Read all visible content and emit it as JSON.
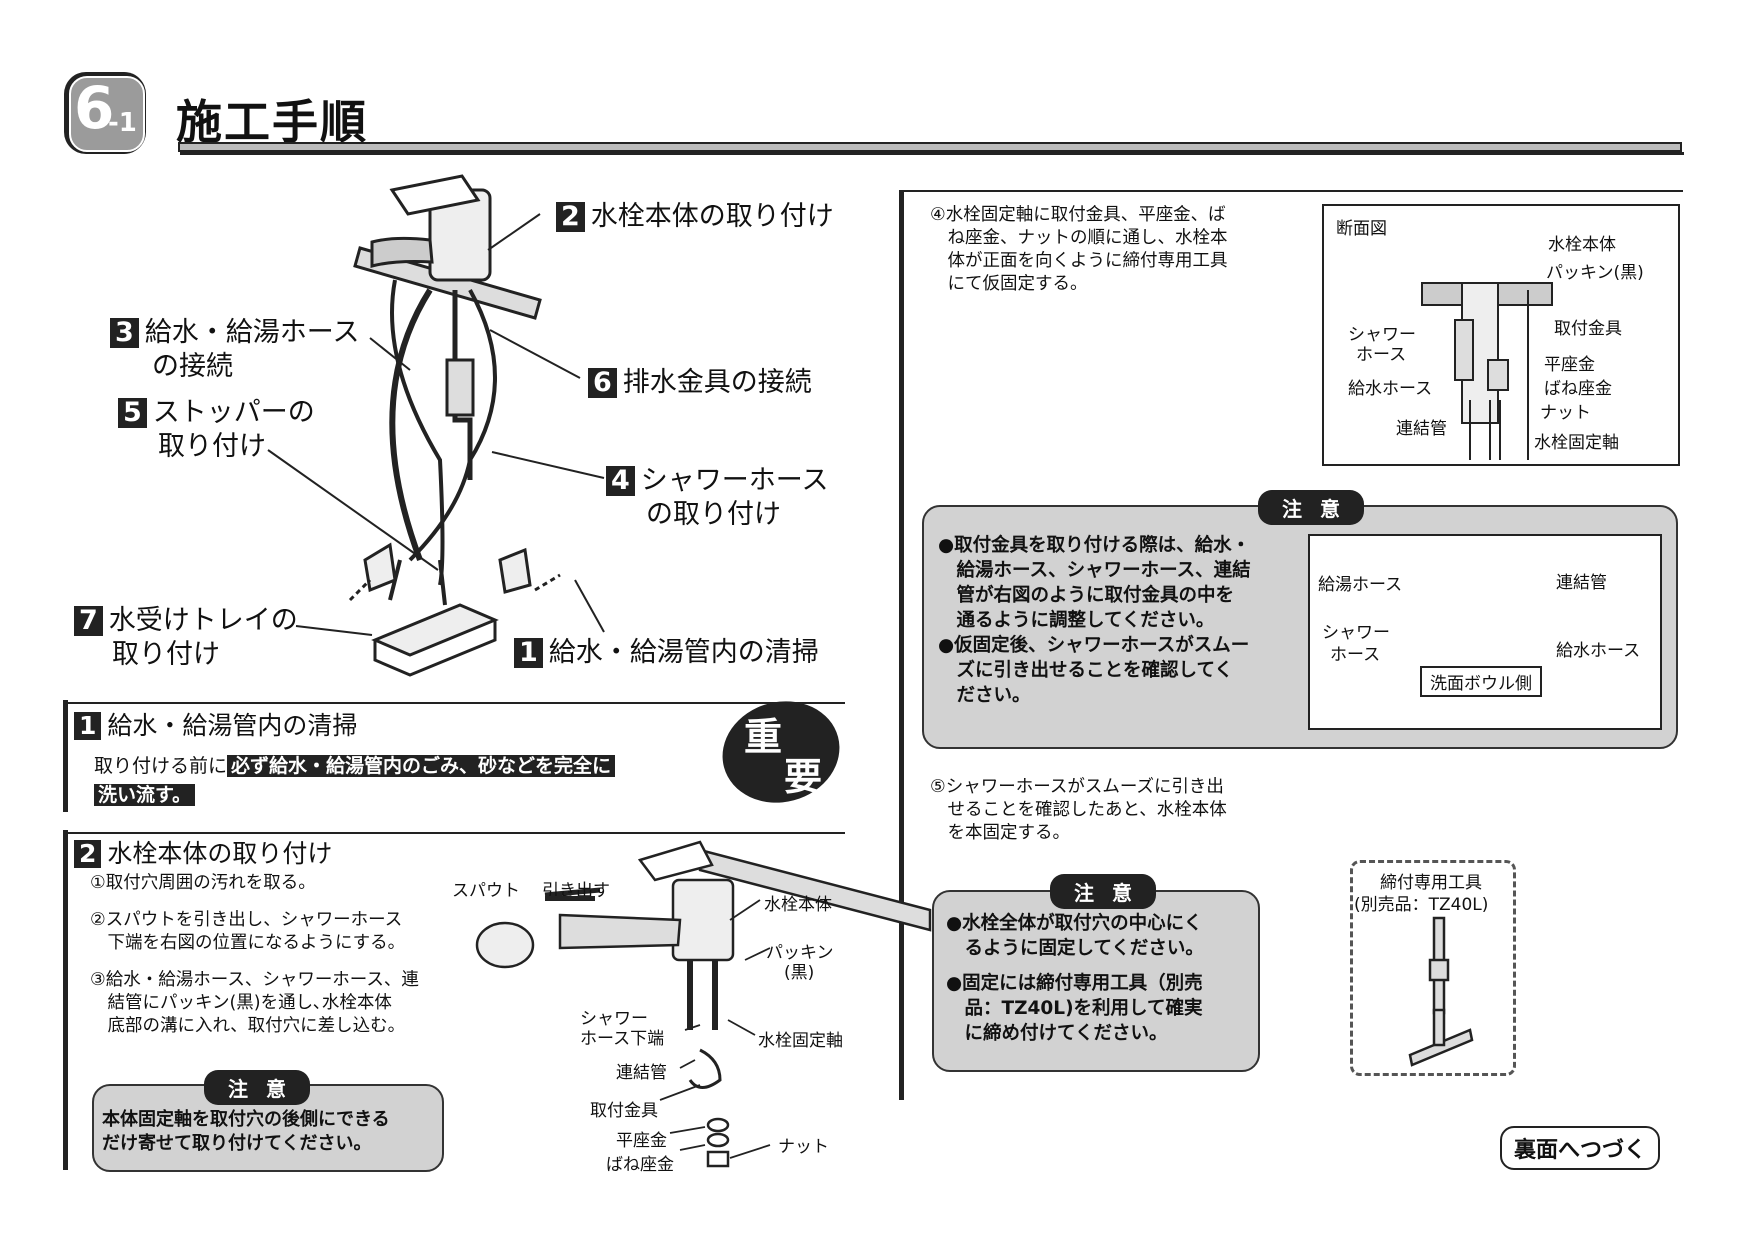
{
  "header": {
    "badge_main": "6",
    "badge_sub": "-1",
    "title": "施工手順"
  },
  "overview": {
    "step2": {
      "num": "2",
      "label": "水栓本体の取り付け"
    },
    "step3": {
      "num": "3",
      "label1": "給水・給湯ホース",
      "label2": "の接続"
    },
    "step6": {
      "num": "6",
      "label": "排水金具の接続"
    },
    "step5": {
      "num": "5",
      "label1": "ストッパーの",
      "label2": "取り付け"
    },
    "step4": {
      "num": "4",
      "label1": "シャワーホース",
      "label2": "の取り付け"
    },
    "step7": {
      "num": "7",
      "label1": "水受けトレイの",
      "label2": "取り付け"
    },
    "step1": {
      "num": "1",
      "label": "給水・給湯管内の清掃"
    }
  },
  "section1": {
    "num": "1",
    "title": "給水・給湯管内の清掃",
    "intro": "取り付ける前に",
    "highlight1": "必ず給水・給湯管内のごみ、砂などを完全に",
    "highlight2": "洗い流す。",
    "important1": "重",
    "important2": "要"
  },
  "section2": {
    "num": "2",
    "title": "水栓本体の取り付け",
    "step_a": "①取付穴周囲の汚れを取る。",
    "step_b1": "②スパウトを引き出し、シャワーホース",
    "step_b2": "　下端を右図の位置になるようにする。",
    "step_c1": "③給水・給湯ホース、シャワーホース、連",
    "step_c2": "　結管にパッキン(黒)を通し､水栓本体",
    "step_c3": "　底部の溝に入れ、取付穴に差し込む。",
    "caution_tag": "注意",
    "caution1": "本体固定軸を取付穴の後側にできる",
    "caution2": "だけ寄せて取り付けてください。",
    "labels": {
      "spout": "スパウト",
      "pull": "引き出す",
      "body": "水栓本体",
      "packing1": "パッキン",
      "packing2": "(黒)",
      "shower1": "シャワー",
      "shower2": "ホース下端",
      "shaft": "水栓固定軸",
      "pipe": "連結管",
      "bracket": "取付金具",
      "washer": "平座金",
      "spring": "ばね座金",
      "nut": "ナット"
    }
  },
  "right": {
    "step4_1": "④水栓固定軸に取付金具、平座金、ば",
    "step4_2": "　ね座金、ナットの順に通し、水栓本",
    "step4_3": "　体が正面を向くように締付専用工具",
    "step4_4": "　にて仮固定する。",
    "section_view": {
      "title": "断面図",
      "body": "水栓本体",
      "packing": "パッキン(黒)",
      "shower1": "シャワー",
      "shower2": "ホース",
      "bracket": "取付金具",
      "washer": "平座金",
      "water": "給水ホース",
      "spring": "ばね座金",
      "nut": "ナット",
      "pipe": "連結管",
      "shaft": "水栓固定軸"
    },
    "caution1": {
      "tag": "注意",
      "l1": "●取付金具を取り付ける際は、給水・",
      "l2": "　給湯ホース、シャワーホース、連結",
      "l3": "　管が右図のように取付金具の中を",
      "l4": "　通るように調整してください。",
      "l5": "●仮固定後、シャワーホースがスムー",
      "l6": "　ズに引き出せることを確認してく",
      "l7": "　ださい。",
      "fig": {
        "hot": "給湯ホース",
        "pipe": "連結管",
        "shower1": "シャワー",
        "shower2": "ホース",
        "water": "給水ホース",
        "bowl": "洗面ボウル側"
      }
    },
    "step5_1": "⑤シャワーホースがスムーズに引き出",
    "step5_2": "　せることを確認したあと、水栓本体",
    "step5_3": "　を本固定する。",
    "caution2": {
      "tag": "注意",
      "l1": "●水栓全体が取付穴の中心にく",
      "l2": "　るように固定してください。",
      "l3": "●固定には締付専用工具（別売",
      "l4": "　品：TZ40L)を利用して確実",
      "l5": "　に締め付けてください。"
    },
    "tool": {
      "l1": "締付専用工具",
      "l2": "(別売品：TZ40L)"
    },
    "continue": "裏面へつづく"
  }
}
